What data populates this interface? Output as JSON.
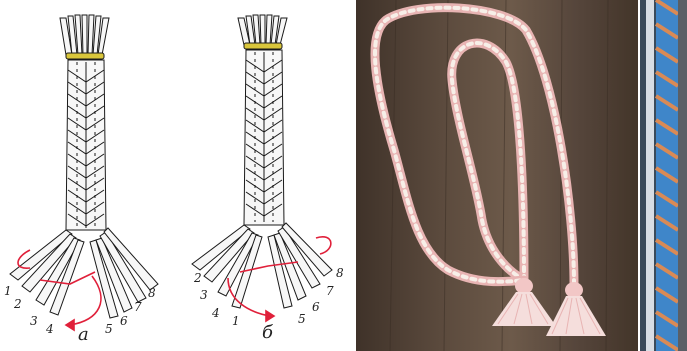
{
  "panels": {
    "diagram_a": {
      "numbers": [
        "1",
        "2",
        "3",
        "4",
        "5",
        "6",
        "7",
        "8"
      ],
      "caption": "а"
    },
    "diagram_b": {
      "numbers": [
        "2",
        "3",
        "4",
        "1",
        "5",
        "6",
        "7",
        "8"
      ],
      "caption": "б"
    }
  },
  "colors": {
    "strand_fill": "#f7f7f7",
    "strand_line": "#1a1a1a",
    "binding": "#d9c63b",
    "arrow": "#e0203a",
    "wood_dark": "#4b3c31",
    "wood_light": "#6d5a4a",
    "cord_pink": "#f2c7c6",
    "cord_white": "#f7efe8",
    "strip_blue": "#3f86c9",
    "strip_orange": "#d98a55"
  }
}
